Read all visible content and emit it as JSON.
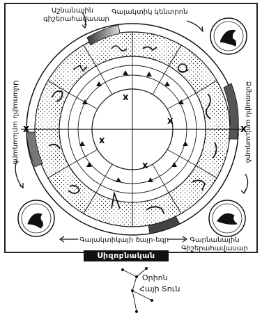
{
  "labels": {
    "top_left": "Աշնանային գիշերահավասար",
    "top_center": "Գալակտիկ կենտրոն",
    "right_vertical": "Ձմեռային արևադարձ",
    "left_vertical": "Ամառային արևադարձ",
    "bottom_left": "Գալակտիկայի ծայր-եզր",
    "bottom_banner": "Սիզոբնական",
    "bottom_right": "Գարնանային Գիշերահավասար",
    "orion": "Օրիոն",
    "orion_sub": "Հայի Տուն"
  },
  "ring_marks": {
    "x_mark": "X"
  },
  "colors": {
    "line": "#111111",
    "stipple_bg": "#ffffff",
    "band_light": "#dcdcdc",
    "band_dark": "#333333"
  }
}
